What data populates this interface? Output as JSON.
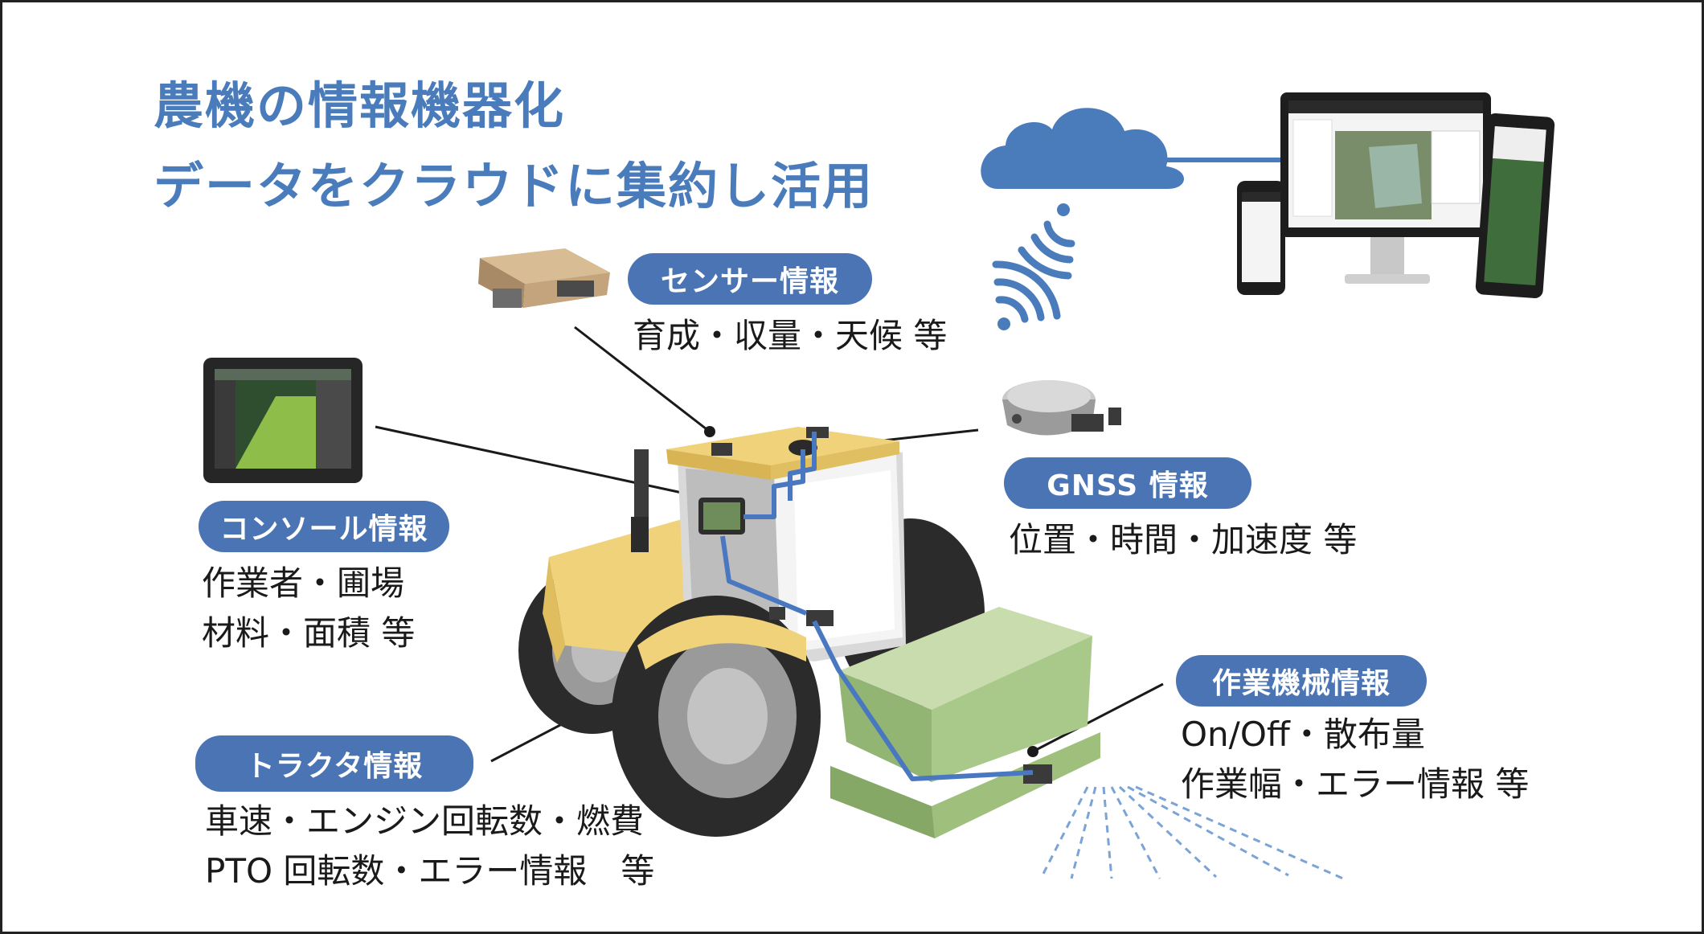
{
  "title": {
    "line1": "農機の情報機器化",
    "line2": "データをクラウドに集約し活用"
  },
  "callouts": {
    "sensor": {
      "label": "センサー情報",
      "desc": [
        "育成・収量・天候 等"
      ]
    },
    "gnss": {
      "label": "GNSS 情報",
      "desc": [
        "位置・時間・加速度 等"
      ]
    },
    "console": {
      "label": "コンソール情報",
      "desc": [
        "作業者・圃場",
        "材料・面積 等"
      ]
    },
    "implement": {
      "label": "作業機械情報",
      "desc": [
        "On/Off・散布量",
        "作業幅・エラー情報 等"
      ]
    },
    "tractor": {
      "label": "トラクタ情報",
      "desc": [
        "車速・エンジン回転数・燃費",
        "PTO 回転数・エラー情報　等"
      ]
    }
  },
  "colors": {
    "accent": "#4a74b4",
    "title": "#4a7cbc",
    "tractor_body": "#f0d27a",
    "implement": "#a9c98a",
    "cable": "#4a78c0",
    "tire": "#2b2b2b"
  },
  "icons": [
    "cloud-icon",
    "wifi-signal-icon",
    "console-monitor-icon",
    "gnss-receiver-icon",
    "crop-sensor-icon",
    "monitor-icon",
    "tablet-icon",
    "phone-icon"
  ]
}
